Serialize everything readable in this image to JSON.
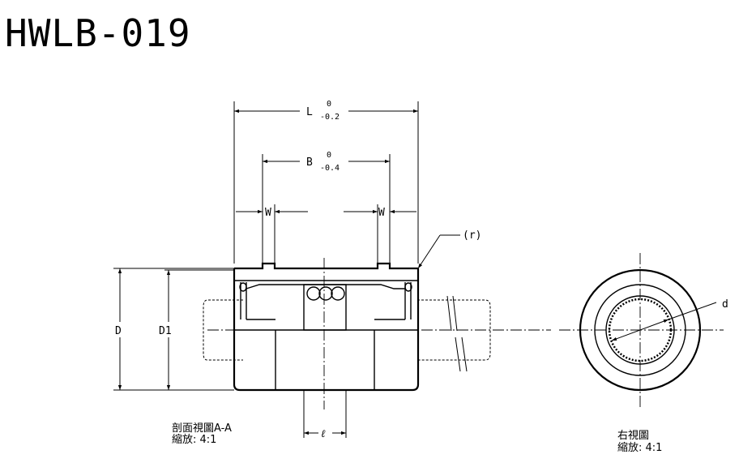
{
  "title": "HWLB-019",
  "dimensions": {
    "L": {
      "label": "L",
      "upper": "0",
      "lower": "-0.2"
    },
    "B": {
      "label": "B",
      "upper": "0",
      "lower": "-0.4"
    },
    "W_left": "W",
    "W_right": "W",
    "r": "(r)",
    "D": "D",
    "D1": "D1",
    "ell": "ℓ",
    "d": "d"
  },
  "section_view": {
    "name": "剖面視圖A-A",
    "scale": "縮放:  4:1"
  },
  "right_view": {
    "name": "右視圖",
    "scale": "縮放:  4:1"
  }
}
